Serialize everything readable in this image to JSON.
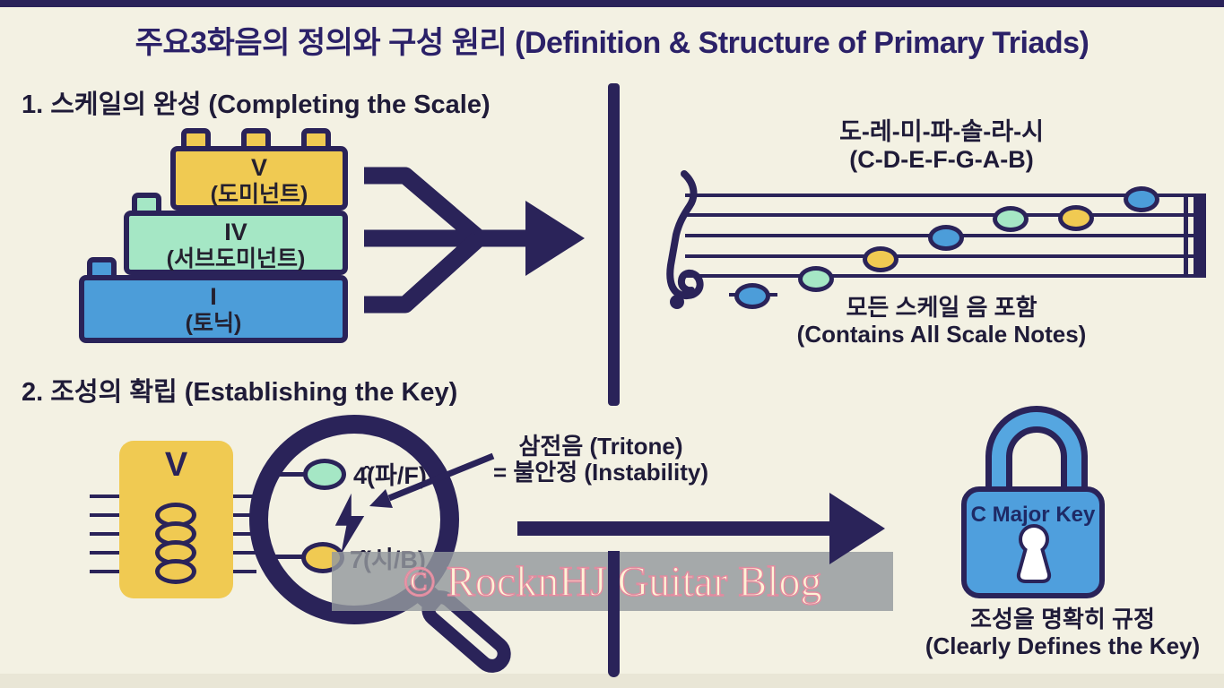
{
  "page": {
    "title": "주요3화음의 정의와 구성 원리 (Definition & Structure of Primary Triads)",
    "watermark": "© RocknHJ Guitar Blog"
  },
  "colors": {
    "background": "#f3f1e3",
    "navy": "#2a2359",
    "ink": "#1f1b38",
    "title": "#2b2168",
    "yellow": "#f0ca52",
    "mint": "#a5e7c5",
    "blue": "#4c9dd9",
    "lockblue": "#4f9fdd"
  },
  "section1": {
    "heading": "1. 스케일의 완성 (Completing the Scale)",
    "blocks": [
      {
        "numeral": "V",
        "name": "(도미넌트)",
        "color": "#f0ca52"
      },
      {
        "numeral": "IV",
        "name": "(서브도미넌트)",
        "color": "#a5e7c5"
      },
      {
        "numeral": "I",
        "name": "(토닉)",
        "color": "#4c9dd9"
      }
    ],
    "staff": {
      "solfege": "도-레-미-파-솔-라-시",
      "letters": "(C-D-E-F-G-A-B)",
      "caption_ko": "모든 스케일 음 포함",
      "caption_en": "(Contains All Scale Notes)",
      "notes": [
        {
          "name": "C",
          "color": "#4c9dd9"
        },
        {
          "name": "D",
          "color": "#a5e7c5"
        },
        {
          "name": "E",
          "color": "#f0ca52"
        },
        {
          "name": "F",
          "color": "#4c9dd9"
        },
        {
          "name": "G",
          "color": "#a5e7c5"
        },
        {
          "name": "A",
          "color": "#f0ca52"
        },
        {
          "name": "B",
          "color": "#4c9dd9"
        }
      ]
    }
  },
  "section2": {
    "heading": "2. 조성의 확립 (Establishing the Key)",
    "chord_numeral": "V",
    "note4_label": "4̂(파/F)",
    "note4_color": "#a5e7c5",
    "note7_label": "7̂(시/B)",
    "note7_color": "#f0ca52",
    "tritone_line1": "삼전음 (Tritone)",
    "tritone_line2": "= 불안정 (Instability)",
    "lock_label": "C Major Key",
    "caption_ko": "조성을 명확히 규정",
    "caption_en": "(Clearly Defines the Key)"
  }
}
